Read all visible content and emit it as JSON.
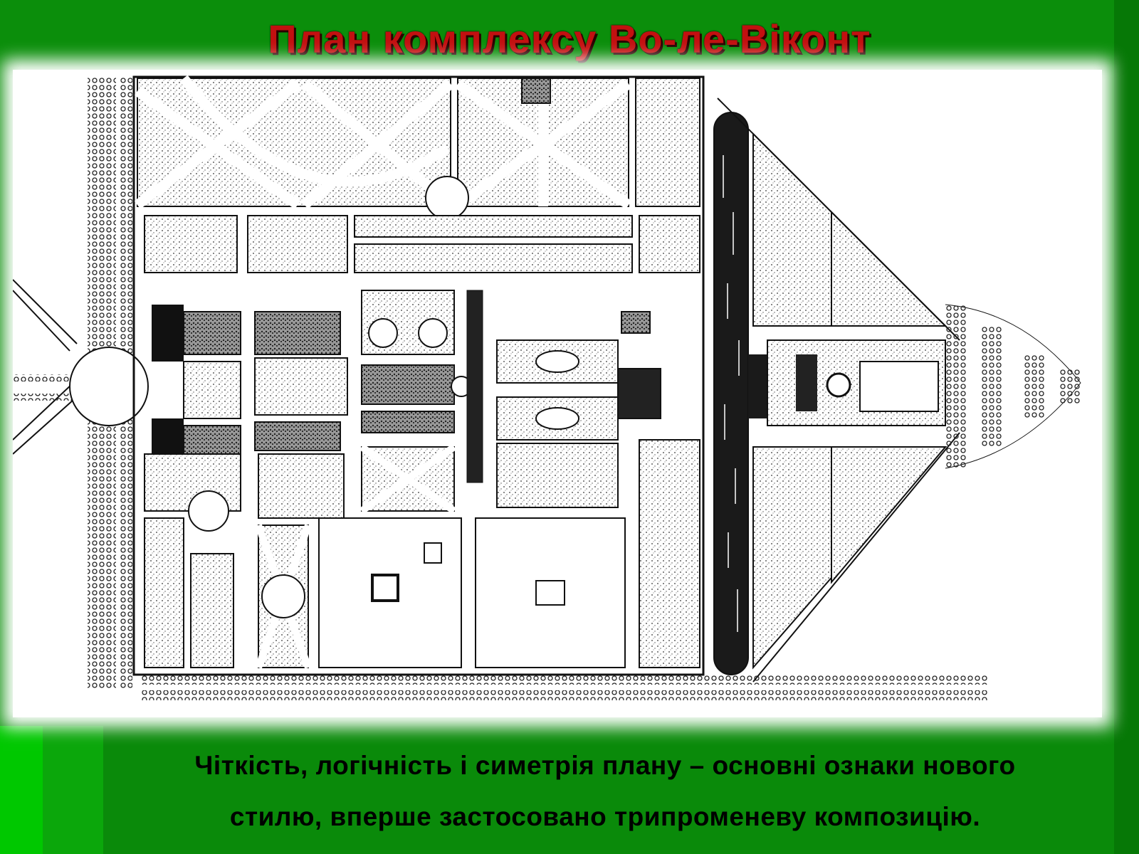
{
  "slide": {
    "title": "План комплексу Во-ле-Віконт",
    "caption_line1": "Чіткість, логічність і симетрія плану – основні ознаки нового",
    "caption_line2": "стилю, вперше застосовано трипроменеву композицію."
  },
  "colors": {
    "background": "#0b8e0b",
    "title": "#c21010",
    "caption": "#000000"
  },
  "figure": {
    "type": "garden-plan-engraving",
    "style": "black-and-white line drawing"
  }
}
